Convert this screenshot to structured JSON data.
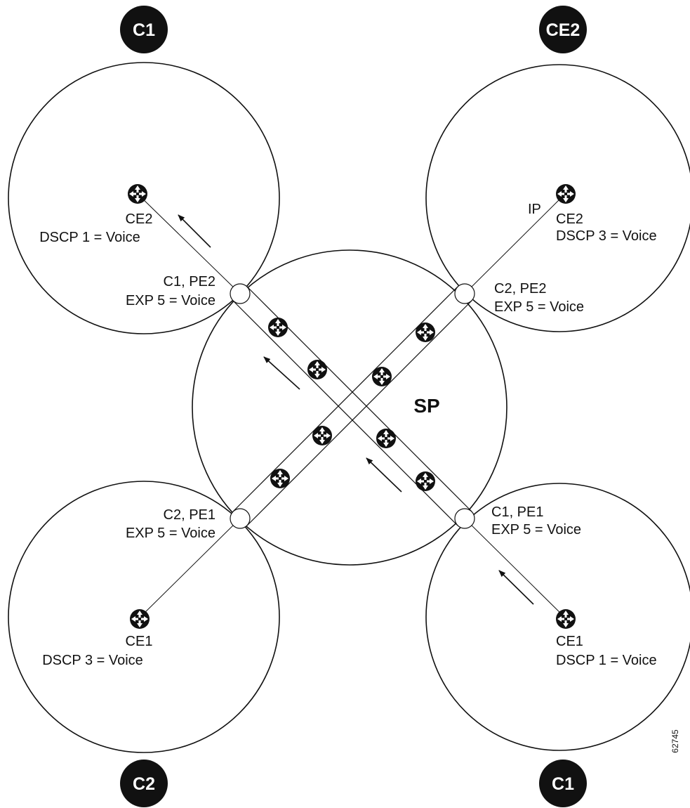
{
  "badges": {
    "top_left": "C1",
    "top_right": "CE2",
    "bottom_left": "C2",
    "bottom_right": "C1"
  },
  "core": {
    "label": "SP"
  },
  "sites": {
    "top_left": {
      "router_name": "CE2",
      "router_mapping": "DSCP 1 = Voice",
      "pe_name": "C1, PE2",
      "pe_mapping": "EXP 5 = Voice"
    },
    "top_right": {
      "ip_label": "IP",
      "router_name": "CE2",
      "router_mapping": "DSCP 3 = Voice",
      "pe_name": "C2, PE2",
      "pe_mapping": "EXP 5 = Voice"
    },
    "bottom_left": {
      "router_name": "CE1",
      "router_mapping": "DSCP 3 = Voice",
      "pe_name": "C2, PE1",
      "pe_mapping": "EXP 5 = Voice"
    },
    "bottom_right": {
      "router_name": "CE1",
      "router_mapping": "DSCP 1 = Voice",
      "pe_name": "C1, PE1",
      "pe_mapping": "EXP 5 = Voice"
    }
  },
  "figure_id": "62745",
  "colors": {
    "stroke": "#111111",
    "badge": "#111111",
    "background": "#ffffff"
  }
}
